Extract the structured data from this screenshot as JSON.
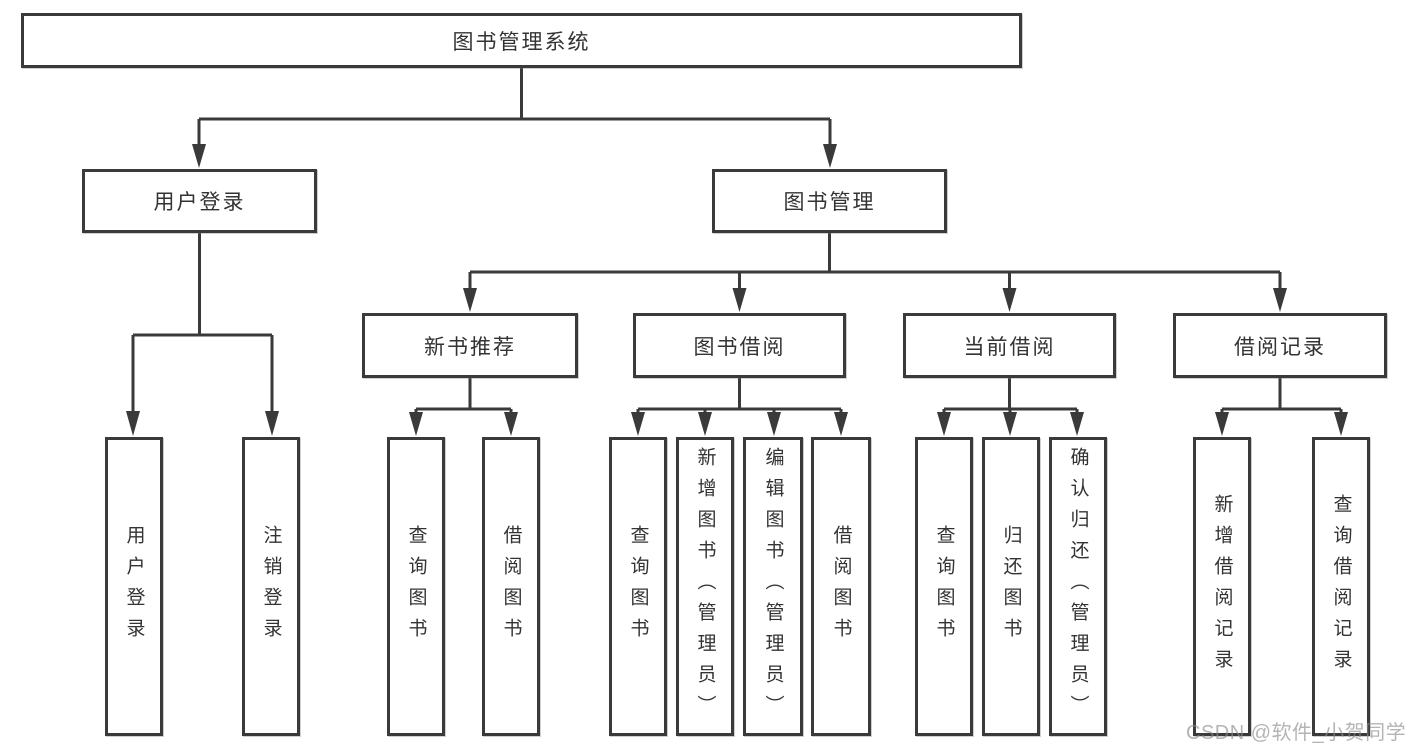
{
  "diagram": {
    "root": {
      "label": "图书管理系统"
    },
    "level2": [
      {
        "label": "用户登录"
      },
      {
        "label": "图书管理"
      }
    ],
    "level3": [
      {
        "label": "新书推荐"
      },
      {
        "label": "图书借阅"
      },
      {
        "label": "当前借阅"
      },
      {
        "label": "借阅记录"
      }
    ],
    "leaves": {
      "login": [
        "用户登录",
        "注销登录"
      ],
      "recommend": [
        "查询图书",
        "借阅图书"
      ],
      "borrow": [
        "查询图书",
        "新增图书（管理员）",
        "编辑图书（管理员）",
        "借阅图书"
      ],
      "current": [
        "查询图书",
        "归还图书",
        "确认归还（管理员）"
      ],
      "records": [
        "新增借阅记录",
        "查询借阅记录"
      ]
    }
  },
  "watermark": "CSDN @软件_小贺同学",
  "colors": {
    "line": "#3a3a3a",
    "box_background": "#ffffff",
    "text": "#333333",
    "watermark": "#8c8c8c"
  }
}
